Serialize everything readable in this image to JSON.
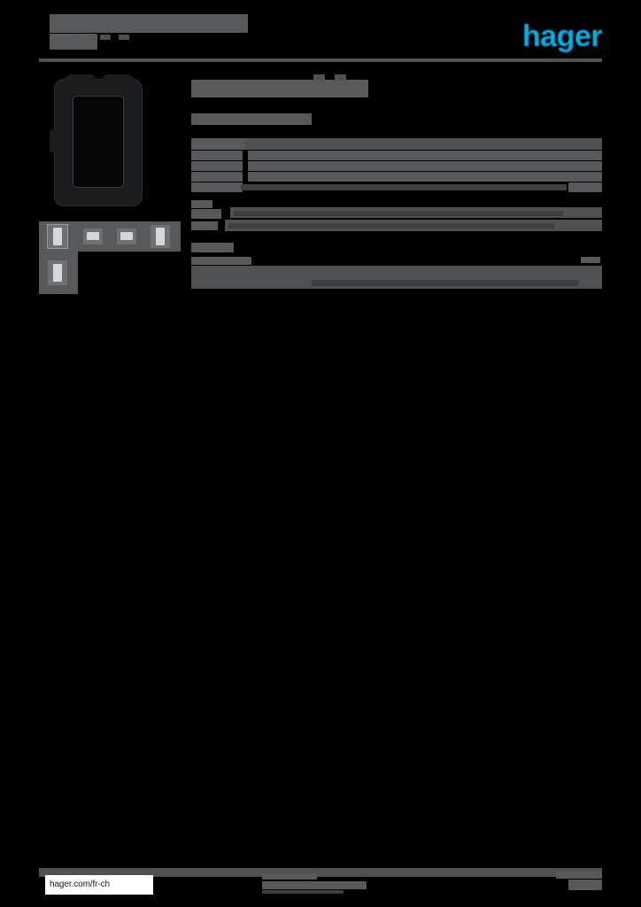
{
  "document": {
    "kind": "product-datasheet",
    "page_background": "#000000",
    "text_color": "#58595b",
    "brand_color": "#00aee6",
    "redacted": true,
    "note": "All body text on this page is obscured/redacted; only the brand mark and the footer URL are legible."
  },
  "header": {
    "title_redacted": true,
    "subtitle_redacted": true,
    "brand_logo_text": "hager",
    "brand_logo_name": "hager-logo"
  },
  "media": {
    "hero_alt": "product-photo",
    "thumbnails": [
      {
        "name": "thumbnail-1",
        "selected": true
      },
      {
        "name": "thumbnail-2",
        "selected": false
      },
      {
        "name": "thumbnail-3",
        "selected": false
      },
      {
        "name": "thumbnail-4",
        "selected": false
      },
      {
        "name": "thumbnail-5",
        "selected": false
      }
    ]
  },
  "content": {
    "product_heading_redacted": true,
    "product_subheading_redacted": true,
    "sections": [
      {
        "name": "section-1",
        "label_redacted": true,
        "rows": [
          {
            "key_redacted": true,
            "value_redacted": true
          },
          {
            "key_redacted": true,
            "value_redacted": true
          },
          {
            "key_redacted": true,
            "value_redacted": true
          },
          {
            "key_redacted": true,
            "value_redacted": true
          }
        ]
      },
      {
        "name": "section-2",
        "label_redacted": true,
        "rows": [
          {
            "key_redacted": true,
            "value_redacted": true
          },
          {
            "key_redacted": true,
            "value_redacted": true
          }
        ]
      },
      {
        "name": "section-3",
        "label_redacted": true,
        "rows": [
          {
            "key_redacted": true,
            "value_redacted": true
          },
          {
            "key_redacted": true,
            "value_redacted": true
          }
        ]
      }
    ]
  },
  "footer": {
    "url": "hager.com/fr-ch",
    "center_text_redacted": true,
    "page_number_redacted": true
  }
}
